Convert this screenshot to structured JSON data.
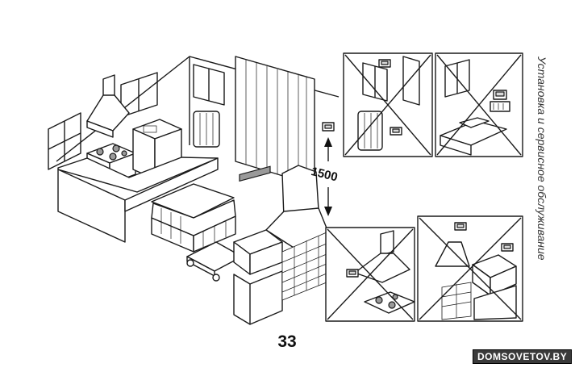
{
  "page": {
    "number": "33",
    "dimension_label": "1500",
    "side_caption": "Установка и сервисное обслуживание",
    "watermark": "DOMSOVETOV.BY"
  },
  "illustration": {
    "main_scene": "kitchen-living-room",
    "panels": [
      {
        "id": "radiator-under-window",
        "status": "not-allowed"
      },
      {
        "id": "hood-over-sink",
        "status": "not-allowed"
      },
      {
        "id": "hood-over-hob-near-window",
        "status": "not-allowed"
      },
      {
        "id": "fireplace-near-tv",
        "status": "not-allowed"
      }
    ],
    "icons": [
      "thermostat-icon",
      "arrow-up-icon",
      "arrow-down-icon",
      "cross-mark-icon"
    ]
  }
}
